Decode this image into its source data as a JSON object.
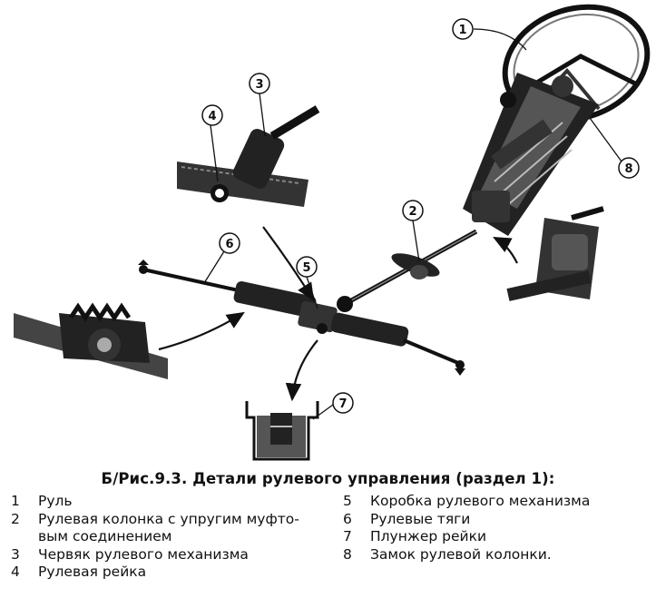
{
  "figure": {
    "caption": "Б/Рис.9.3. Детали рулевого управления (раздел 1):",
    "callouts": [
      "1",
      "2",
      "3",
      "4",
      "5",
      "6",
      "7",
      "8"
    ]
  },
  "legend_left": [
    {
      "num": "1",
      "text": "Руль"
    },
    {
      "num": "2",
      "text": "Рулевая колонка с упругим муфто-вым соединением"
    },
    {
      "num": "3",
      "text": "Червяк рулевого механизма"
    },
    {
      "num": "4",
      "text": "Рулевая рейка"
    }
  ],
  "legend_right": [
    {
      "num": "5",
      "text": "Коробка рулевого механизма"
    },
    {
      "num": "6",
      "text": "Рулевые тяги"
    },
    {
      "num": "7",
      "text": "Плунжер рейки"
    },
    {
      "num": "8",
      "text": "Замок рулевой колонки."
    }
  ]
}
